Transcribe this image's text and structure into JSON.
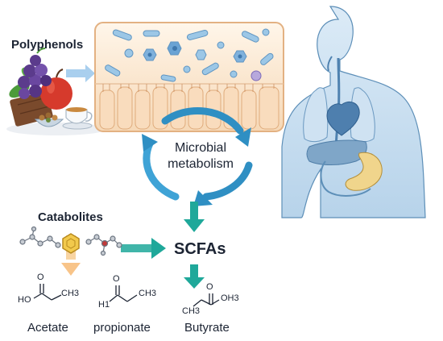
{
  "labels": {
    "polyphenols": "Polyphenols",
    "microbial_metabolism_line1": "Microbial",
    "microbial_metabolism_line2": "metabolism",
    "catabolites": "Catabolites",
    "scfas": "SCFAs"
  },
  "molecules": [
    {
      "name": "Acetate",
      "atom_labels": [
        "O",
        "HO",
        "CH3"
      ]
    },
    {
      "name": "propionate",
      "atom_labels": [
        "O",
        "H1",
        "CH3"
      ]
    },
    {
      "name": "Butyrate",
      "atom_labels": [
        "O",
        "CH3",
        "OH3"
      ]
    }
  ],
  "colors": {
    "gut_fill": "#fbe6cf",
    "gut_border": "#e9b98c",
    "bacteria_blue": "#9cc7e6",
    "cycle_arrow": "#2f8fc3",
    "teal_arrow": "#1fa89a",
    "body_fill": "#cfe3f3",
    "body_stroke": "#5d8fb8",
    "liver": "#7fa6c8",
    "text": "#1c2433"
  },
  "icons": [
    "fruit-bowl-icon",
    "grapes-icon",
    "apple-icon",
    "chocolate-icon",
    "tea-cup-icon",
    "gut-epithelium-icon",
    "bacteria-icon",
    "human-body-icon",
    "heart-icon",
    "lungs-icon",
    "liver-icon",
    "stomach-icon",
    "molecule-icon",
    "benzene-ring-icon"
  ]
}
